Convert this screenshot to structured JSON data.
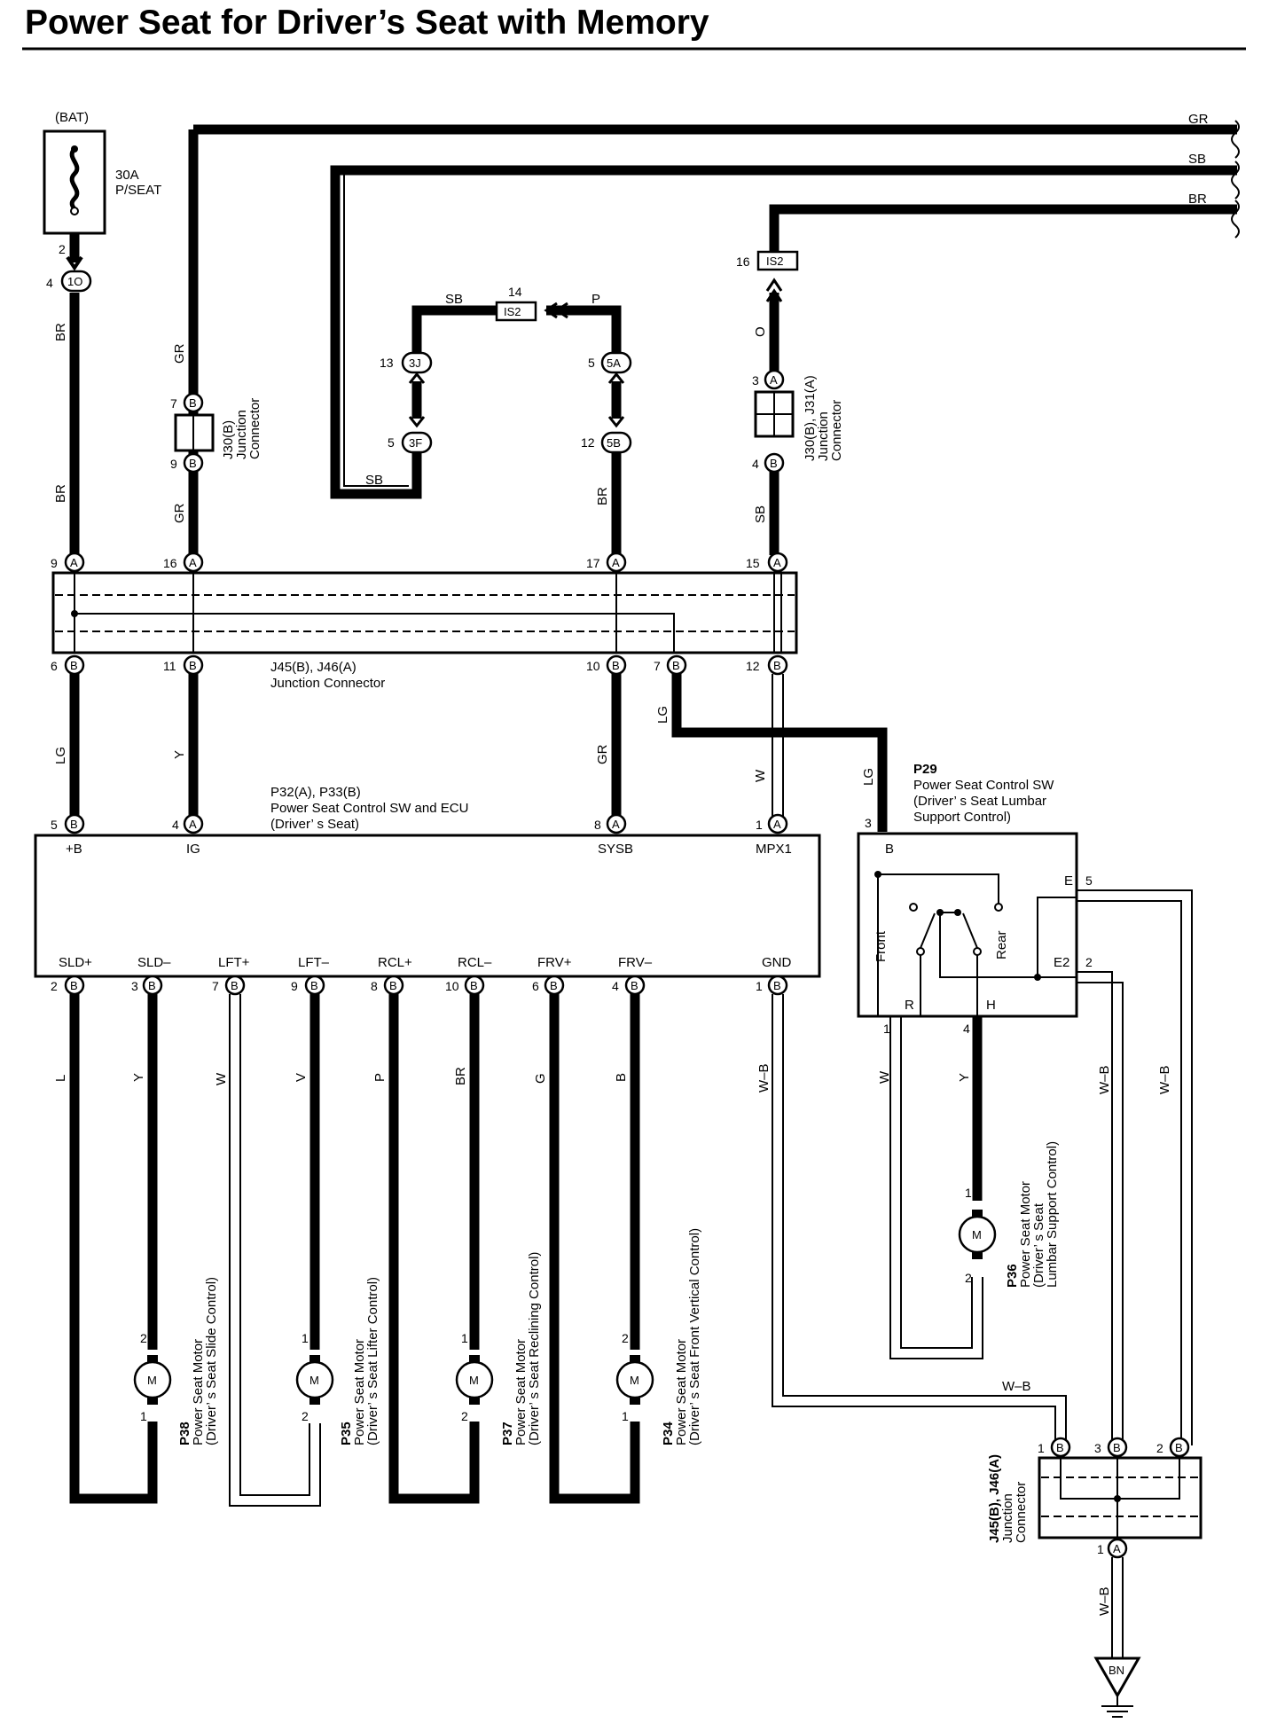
{
  "title": "Power Seat for Driver’s Seat with Memory",
  "fuse": {
    "source": "(BAT)",
    "rating": "30A",
    "name": "P/SEAT",
    "pin": "2"
  },
  "colors": {
    "line": "#000000",
    "background": "#ffffff"
  },
  "right_wires": [
    {
      "color": "GR"
    },
    {
      "color": "SB"
    },
    {
      "color": "BR"
    }
  ],
  "connectors_top": [
    {
      "pin": "4",
      "id": "1O"
    },
    {
      "pin": "14",
      "id": "IS2"
    },
    {
      "pin": "16",
      "id": "IS2"
    },
    {
      "pin": "13",
      "id": "3J"
    },
    {
      "pin": "5",
      "id": "5A"
    },
    {
      "pin": "5",
      "id": "3F"
    },
    {
      "pin": "12",
      "id": "5B"
    }
  ],
  "junction_j30b": {
    "name": "J30(B)",
    "l1": "Junction",
    "l2": "Connector",
    "pin_top": "7",
    "pin_bottom": "9",
    "letter": "B"
  },
  "junction_j30b_j31a": {
    "name": "J30(B), J31(A)",
    "l1": "Junction",
    "l2": "Connector",
    "pin_top": "3",
    "letter_top": "A",
    "pin_bottom": "4",
    "letter_bottom": "B"
  },
  "junction_j45": {
    "name": "J45(B), J46(A)",
    "desc": "Junction Connector"
  },
  "junction_j45_top_pins": [
    {
      "pin": "9",
      "letter": "A"
    },
    {
      "pin": "16",
      "letter": "A"
    },
    {
      "pin": "17",
      "letter": "A"
    },
    {
      "pin": "15",
      "letter": "A"
    }
  ],
  "junction_j45_bottom_pins": [
    {
      "pin": "6",
      "letter": "B"
    },
    {
      "pin": "11",
      "letter": "B"
    },
    {
      "pin": "10",
      "letter": "B"
    },
    {
      "pin": "7",
      "letter": "B"
    },
    {
      "pin": "12",
      "letter": "B"
    }
  ],
  "wire_labels": [
    {
      "text": "BR"
    },
    {
      "text": "GR"
    },
    {
      "text": "BR"
    },
    {
      "text": "GR"
    },
    {
      "text": "SB"
    },
    {
      "text": "P"
    },
    {
      "text": "SB"
    },
    {
      "text": "O"
    },
    {
      "text": "BR"
    },
    {
      "text": "SB"
    },
    {
      "text": "LG"
    },
    {
      "text": "Y"
    },
    {
      "text": "GR"
    },
    {
      "text": "LG"
    },
    {
      "text": "W"
    },
    {
      "text": "LG"
    }
  ],
  "ecu": {
    "name": "P32(A), P33(B)",
    "desc1": "Power Seat Control SW and ECU",
    "desc2": "(Driver’ s Seat)",
    "top_terminals": [
      {
        "pin": "5",
        "letter": "B",
        "label": "+B"
      },
      {
        "pin": "4",
        "letter": "A",
        "label": "IG"
      },
      {
        "pin": "8",
        "letter": "A",
        "label": "SYSB"
      },
      {
        "pin": "1",
        "letter": "A",
        "label": "MPX1"
      }
    ],
    "bottom_terminals": [
      {
        "pin": "2",
        "letter": "B",
        "label": "SLD+",
        "wire": "L"
      },
      {
        "pin": "3",
        "letter": "B",
        "label": "SLD–",
        "wire": "Y"
      },
      {
        "pin": "7",
        "letter": "B",
        "label": "LFT+",
        "wire": "W"
      },
      {
        "pin": "9",
        "letter": "B",
        "label": "LFT–",
        "wire": "V"
      },
      {
        "pin": "8",
        "letter": "B",
        "label": "RCL+",
        "wire": "P"
      },
      {
        "pin": "10",
        "letter": "B",
        "label": "RCL–",
        "wire": "BR"
      },
      {
        "pin": "6",
        "letter": "B",
        "label": "FRV+",
        "wire": "G"
      },
      {
        "pin": "4",
        "letter": "B",
        "label": "FRV–",
        "wire": "B"
      },
      {
        "pin": "1",
        "letter": "B",
        "label": "GND",
        "wire": "W–B"
      }
    ]
  },
  "motors": [
    {
      "id": "P38",
      "l1": "Power Seat Motor",
      "l2": "(Driver’ s Seat Slide Control)",
      "pin_top": "2",
      "pin_bottom": "1",
      "symbol": "M"
    },
    {
      "id": "P35",
      "l1": "Power Seat Motor",
      "l2": "(Driver’ s Seat Lifter Control)",
      "pin_top": "1",
      "pin_bottom": "2",
      "symbol": "M"
    },
    {
      "id": "P37",
      "l1": "Power Seat Motor",
      "l2": "(Driver’ s Seat Reclining Control)",
      "pin_top": "1",
      "pin_bottom": "2",
      "symbol": "M"
    },
    {
      "id": "P34",
      "l1": "Power Seat Motor",
      "l2": "(Driver’ s Seat Front Vertical Control)",
      "pin_top": "2",
      "pin_bottom": "1",
      "symbol": "M"
    }
  ],
  "lumbar_sw": {
    "id": "P29",
    "l1": "Power Seat Control SW",
    "l2": "(Driver’ s Seat Lumbar",
    "l3": " Support Control)",
    "t_b": "B",
    "t_e": "E",
    "t_e2": "E2",
    "t_r": "R",
    "t_h": "H",
    "front": "Front",
    "rear": "Rear",
    "pin_b": "3",
    "pin_e": "5",
    "pin_e2": "2",
    "pin_r": "1",
    "pin_h": "4",
    "w_r": "W",
    "w_h": "Y",
    "w_e2": "W–B",
    "w_e": "W–B"
  },
  "lumbar_motor": {
    "id": "P36",
    "l1": "Power Seat Motor",
    "l2": "(Driver’ s Seat",
    "l3": "Lumbar Support Control)",
    "pin_top": "1",
    "pin_bottom": "2",
    "symbol": "M"
  },
  "junction_bottom": {
    "name": "J45(B), J46(A)",
    "l1": "Junction",
    "l2": "Connector",
    "top_pins": [
      {
        "pin": "1",
        "letter": "B"
      },
      {
        "pin": "3",
        "letter": "B"
      },
      {
        "pin": "2",
        "letter": "B"
      }
    ],
    "out_pin": "1",
    "out_letter": "A",
    "wire_in": "W–B",
    "wire_out": "W–B"
  },
  "ground": {
    "id": "BN"
  }
}
